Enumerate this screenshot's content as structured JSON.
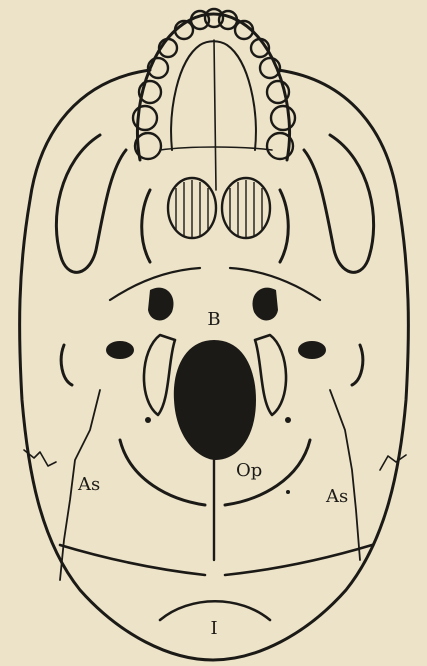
{
  "figure": {
    "labels": {
      "basion": "B",
      "opisthion": "Op",
      "asterion_left": "As",
      "asterion_right": "As",
      "inion": "I"
    },
    "colors": {
      "paper": "#ece3c9",
      "ink": "#1c1a16"
    }
  }
}
